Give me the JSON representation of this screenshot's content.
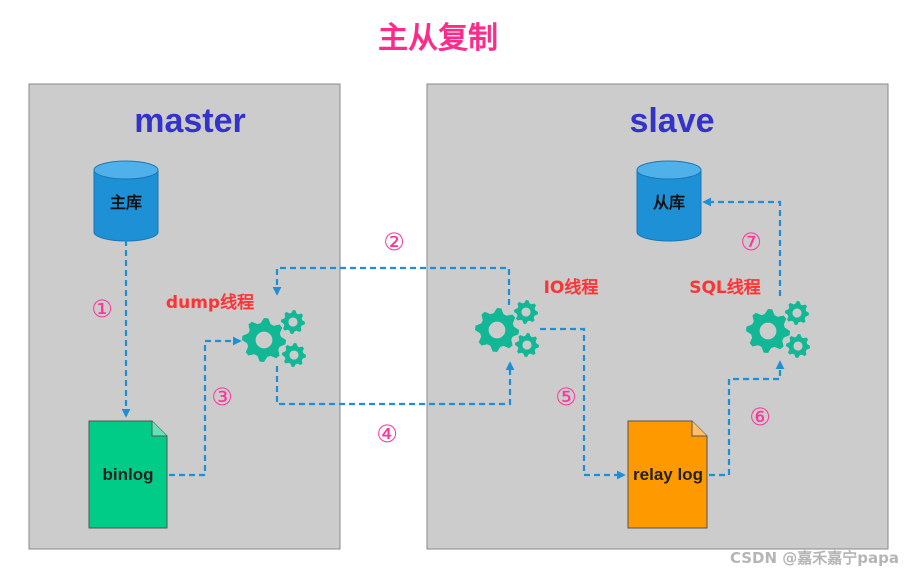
{
  "title": "主从复制",
  "master": {
    "label": "master",
    "db": "主库",
    "binlog": "binlog",
    "thread": "dump线程"
  },
  "slave": {
    "label": "slave",
    "db": "从库",
    "relay": "relay log",
    "io_thread": "IO线程",
    "sql_thread": "SQL线程"
  },
  "steps": [
    "①",
    "②",
    "③",
    "④",
    "⑤",
    "⑥",
    "⑦"
  ],
  "watermark": "CSDN @嘉禾嘉宁papa",
  "colors": {
    "title": "#ff2b8a",
    "panel_fill": "#cccccc",
    "panel_stroke": "#8a8a8a",
    "heading": "#3333cc",
    "db_fill": "#1e90d6",
    "db_top": "#4fb0ea",
    "binlog_fill": "#00cc88",
    "relay_fill": "#ff9900",
    "gear": "#12b895",
    "thread_label": "#ff3333",
    "step": "#ff3399",
    "arrow": "#1e8fd6",
    "watermark": "#b5b5b5"
  }
}
